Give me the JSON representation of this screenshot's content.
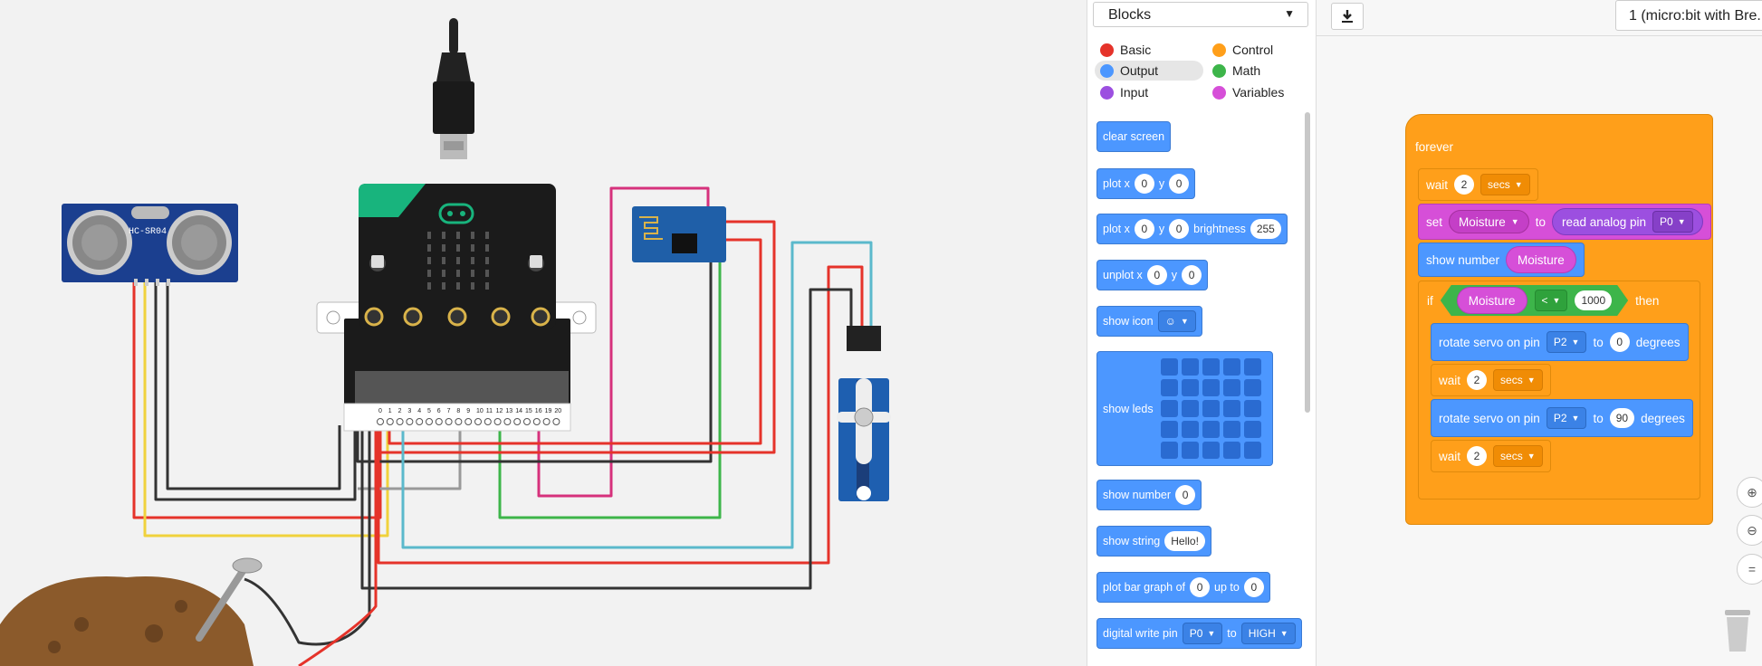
{
  "palette": {
    "mode": "Blocks",
    "categories": [
      {
        "label": "Basic",
        "color": "#e5332a"
      },
      {
        "label": "Control",
        "color": "#ff9f1a"
      },
      {
        "label": "Output",
        "color": "#4c97ff"
      },
      {
        "label": "Math",
        "color": "#3db54a"
      },
      {
        "label": "Input",
        "color": "#9c4fe0"
      },
      {
        "label": "Variables",
        "color": "#d64fd8"
      }
    ],
    "blocks": {
      "clear_screen": "clear screen",
      "plot": {
        "label": "plot x",
        "x": "0",
        "y_label": "y",
        "y": "0"
      },
      "plot_brightness": {
        "label": "plot x",
        "x": "0",
        "y_label": "y",
        "y": "0",
        "b_label": "brightness",
        "b": "255"
      },
      "unplot": {
        "label": "unplot x",
        "x": "0",
        "y_label": "y",
        "y": "0"
      },
      "show_icon": "show icon",
      "show_leds": "show leds",
      "show_number": {
        "label": "show number",
        "value": "0"
      },
      "show_string": {
        "label": "show string",
        "value": "Hello!"
      },
      "plot_bar": {
        "label": "plot bar graph of",
        "value": "0",
        "up_label": "up to",
        "up": "0"
      },
      "digital_write": {
        "label": "digital write pin",
        "pin": "P0",
        "to_label": "to",
        "value": "HIGH"
      }
    }
  },
  "toolbar": {
    "device": "1 (micro:bit with Bre..."
  },
  "program": {
    "forever": "forever",
    "wait1": {
      "label": "wait",
      "value": "2",
      "unit": "secs"
    },
    "set": {
      "label": "set",
      "var": "Moisture",
      "to": "to",
      "reporter": "read analog pin",
      "pin": "P0"
    },
    "show_number": {
      "label": "show number",
      "var": "Moisture"
    },
    "if": {
      "label": "if",
      "var": "Moisture",
      "op": "<",
      "value": "1000",
      "then": "then"
    },
    "servo1": {
      "label": "rotate servo on pin",
      "pin": "P2",
      "to": "to",
      "value": "0",
      "unit": "degrees"
    },
    "wait2": {
      "label": "wait",
      "value": "2",
      "unit": "secs"
    },
    "servo2": {
      "label": "rotate servo on pin",
      "pin": "P2",
      "to": "to",
      "value": "90",
      "unit": "degrees"
    },
    "wait3": {
      "label": "wait",
      "value": "2",
      "unit": "secs"
    }
  },
  "circuit": {
    "sensor_label": "HC-SR04",
    "pins": [
      "0",
      "1",
      "2",
      "3",
      "4",
      "5",
      "6",
      "7",
      "8",
      "9",
      "10",
      "11",
      "12",
      "13",
      "14",
      "15",
      "16",
      "19",
      "20"
    ]
  }
}
